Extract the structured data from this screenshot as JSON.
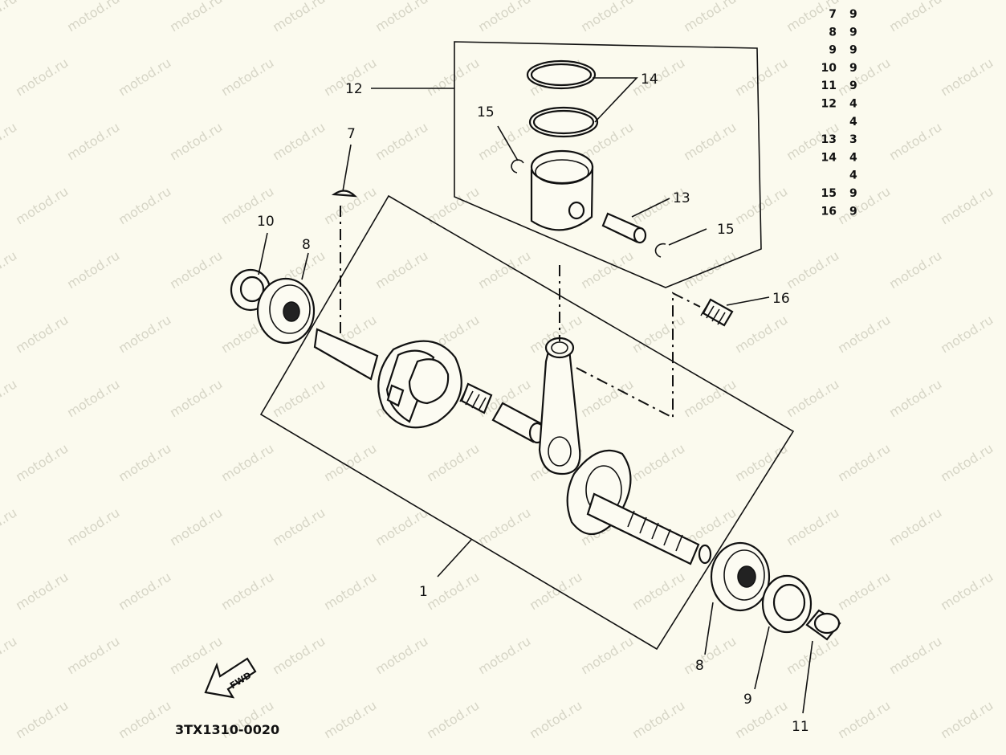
{
  "drawing_code": "3TX1310-0020",
  "fwd_label": "FWD",
  "watermark": "motod.ru",
  "legend_rows": [
    {
      "ref": "7",
      "partial": "9"
    },
    {
      "ref": "8",
      "partial": "9"
    },
    {
      "ref": "9",
      "partial": "9"
    },
    {
      "ref": "10",
      "partial": "9"
    },
    {
      "ref": "11",
      "partial": "9"
    },
    {
      "ref": "12",
      "partial": "4"
    },
    {
      "ref": "",
      "partial": "4"
    },
    {
      "ref": "13",
      "partial": "3"
    },
    {
      "ref": "14",
      "partial": "4"
    },
    {
      "ref": "",
      "partial": "4"
    },
    {
      "ref": "15",
      "partial": "9"
    },
    {
      "ref": "16",
      "partial": "9"
    }
  ],
  "callouts": {
    "c1": "1",
    "c7": "7",
    "c8_left": "8",
    "c8_right": "8",
    "c9": "9",
    "c10": "10",
    "c11": "11",
    "c12": "12",
    "c13": "13",
    "c14": "14",
    "c15_upper": "15",
    "c15_lower": "15",
    "c16": "16"
  }
}
